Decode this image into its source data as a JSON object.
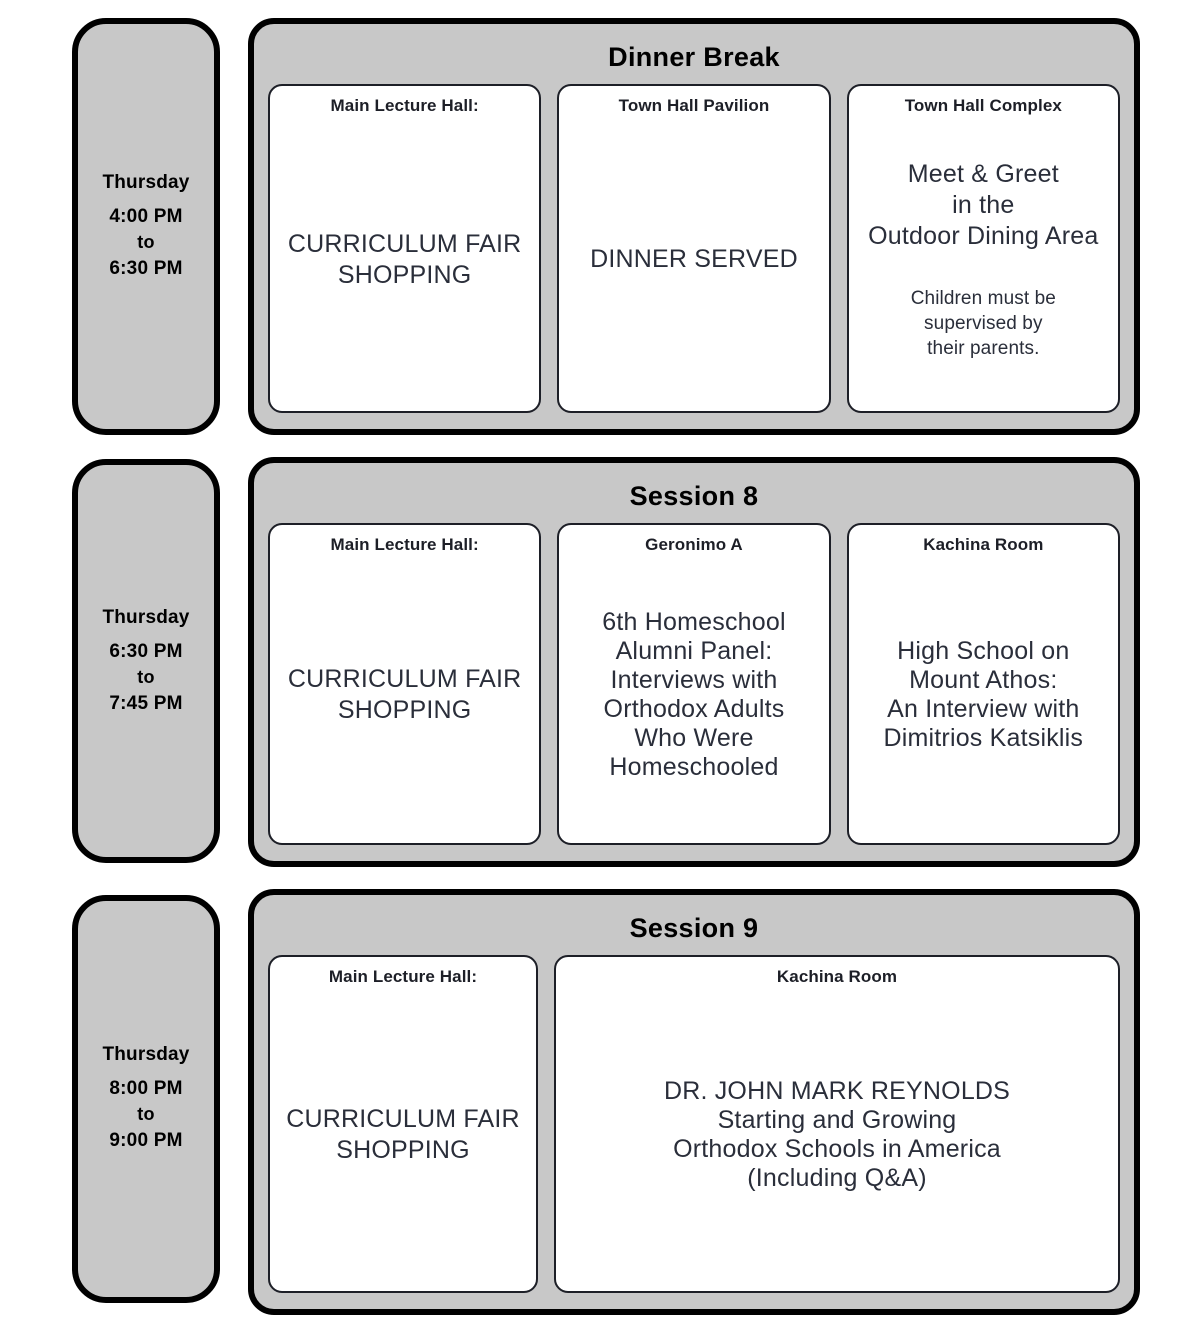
{
  "schedule": {
    "rows": [
      {
        "time": {
          "day": "Thursday",
          "start": "4:00 PM",
          "sep": "to",
          "end": "6:30 PM"
        },
        "title": "Dinner Break",
        "cards": [
          {
            "head": "Main Lecture Hall:",
            "body": "CURRICULUM FAIR\nSHOPPING",
            "note": ""
          },
          {
            "head": "Town Hall Pavilion",
            "body": "DINNER SERVED",
            "note": ""
          },
          {
            "head": "Town Hall Complex",
            "body": "Meet & Greet\nin the\nOutdoor Dining Area",
            "note": "Children must be\nsupervised by\ntheir parents."
          }
        ]
      },
      {
        "time": {
          "day": "Thursday",
          "start": "6:30 PM",
          "sep": "to",
          "end": "7:45 PM"
        },
        "title": "Session 8",
        "cards": [
          {
            "head": "Main Lecture Hall:",
            "body": "CURRICULUM FAIR\nSHOPPING",
            "note": ""
          },
          {
            "head": "Geronimo A",
            "body": "6th Homeschool\nAlumni Panel:\nInterviews with\nOrthodox Adults\nWho Were\nHomeschooled",
            "note": ""
          },
          {
            "head": "Kachina Room",
            "body": "High School on\nMount Athos:\nAn Interview with\nDimitrios Katsiklis",
            "note": ""
          }
        ]
      },
      {
        "time": {
          "day": "Thursday",
          "start": "8:00 PM",
          "sep": "to",
          "end": "9:00 PM"
        },
        "title": "Session 9",
        "cards": [
          {
            "head": "Main Lecture Hall:",
            "body": "CURRICULUM FAIR\nSHOPPING",
            "note": ""
          },
          {
            "head": "Kachina Room",
            "body": "DR. JOHN MARK REYNOLDS\nStarting and Growing\nOrthodox Schools in America\n(Including Q&A)",
            "note": ""
          }
        ]
      }
    ]
  },
  "colors": {
    "block_fill": "#c8c8c8",
    "block_border": "#000000",
    "card_fill": "#ffffff",
    "card_border": "#1d1f27",
    "body_text": "#2a2e3a",
    "title_text": "#000000"
  }
}
